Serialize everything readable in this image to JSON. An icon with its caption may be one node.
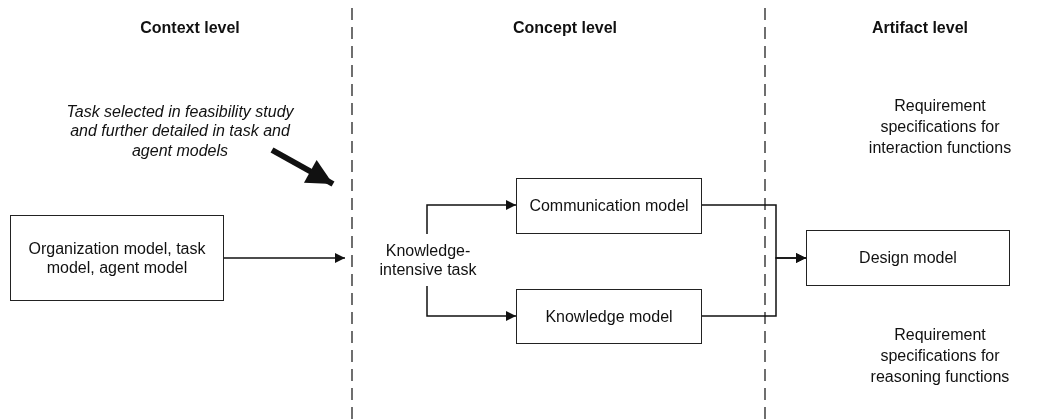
{
  "diagram": {
    "nodes": [
      {
        "text": [
          "Organization model, task model, agent model"
        ]
      },
      {
        "text": [
          "Knowledge-intensive task"
        ]
      },
      {
        "text": [
          "Communication model"
        ]
      },
      {
        "text": [
          "Knowledge model"
        ]
      },
      {
        "text": [
          "Design model"
        ]
      },
      {
        "text": [
          "Task selected in feasibility study and further detailed in task and agent models"
        ]
      }
    ],
    "edges": [
      {
        "from": 0,
        "to": 1,
        "arrow": "to"
      },
      {
        "from": 1,
        "to": 2,
        "arrow": "to"
      },
      {
        "from": 1,
        "to": 3,
        "arrow": "to"
      },
      {
        "from": 2,
        "to": 4,
        "arrow": "to"
      },
      {
        "from": 3,
        "to": 4,
        "arrow": "to"
      },
      {
        "from": 5,
        "to": null,
        "arrow": "to",
        "style": "thick"
      }
    ],
    "labels": [
      "Context level",
      "Concept level",
      "Artifact level",
      "Requirement specifications for interaction functions",
      "Requirement specifications for reasoning functions"
    ]
  }
}
